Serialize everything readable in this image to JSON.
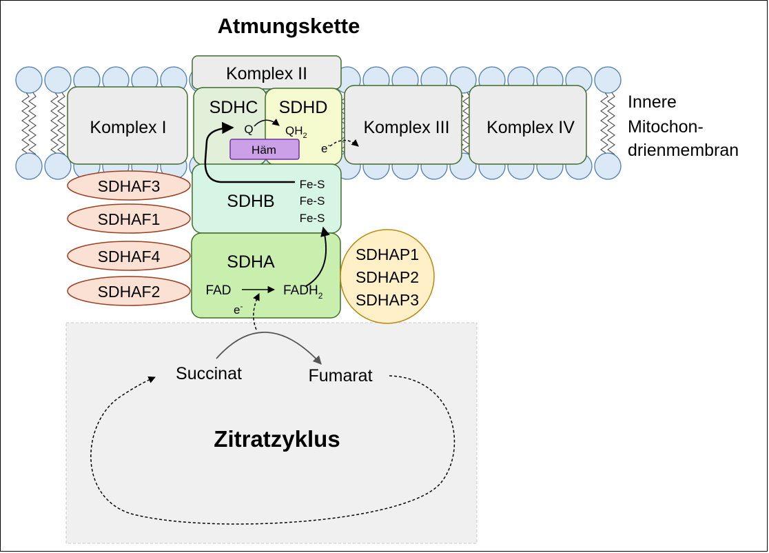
{
  "title": "Atmungskette",
  "membrane_label": [
    "Innere",
    "Mitochon-",
    "drienmembran"
  ],
  "complexes": {
    "k1": "Komplex I",
    "k2": "Komplex II",
    "k3": "Komplex III",
    "k4": "Komplex IV"
  },
  "subunits": {
    "sdhc": "SDHC",
    "sdhd": "SDHD",
    "sdhb": "SDHB",
    "sdha": "SDHA"
  },
  "cofactors": {
    "q": "Q",
    "qh2": "QH",
    "qh2_sub": "2",
    "haem": "Häm",
    "electron_top": "e",
    "electron_bottom": "e",
    "electron_sup": "-",
    "fes": [
      "Fe-S",
      "Fe-S",
      "Fe-S"
    ],
    "fad": "FAD",
    "fadh2": "FADH",
    "fadh2_sub": "2"
  },
  "assembly_factors": [
    "SDHAF3",
    "SDHAF1",
    "SDHAF4",
    "SDHAF2"
  ],
  "pseudogenes": [
    "SDHAP1",
    "SDHAP2",
    "SDHAP3"
  ],
  "cycle": {
    "label": "Zitratzyklus",
    "succinat": "Succinat",
    "fumarat": "Fumarat"
  },
  "colors": {
    "lipid_head": "#dbe8f5",
    "lipid_stroke": "#4a7bb0",
    "complex_fill": "#ececec",
    "complex_stroke": "#3f6b2a",
    "sdhc_fill": "#e2efd9",
    "sdhd_fill": "#f5fbcf",
    "sdhb_fill": "#d6f5e5",
    "sdha_fill": "#c8efae",
    "haem_fill": "#cba0e6",
    "haem_stroke": "#7030a0",
    "sdhaf_fill": "#fbe1d4",
    "sdhaf_stroke": "#9b3c1e",
    "sdhap_fill": "#fff0c8",
    "sdhap_stroke": "#b8860b",
    "cycle_bg": "#f0f0f0"
  }
}
